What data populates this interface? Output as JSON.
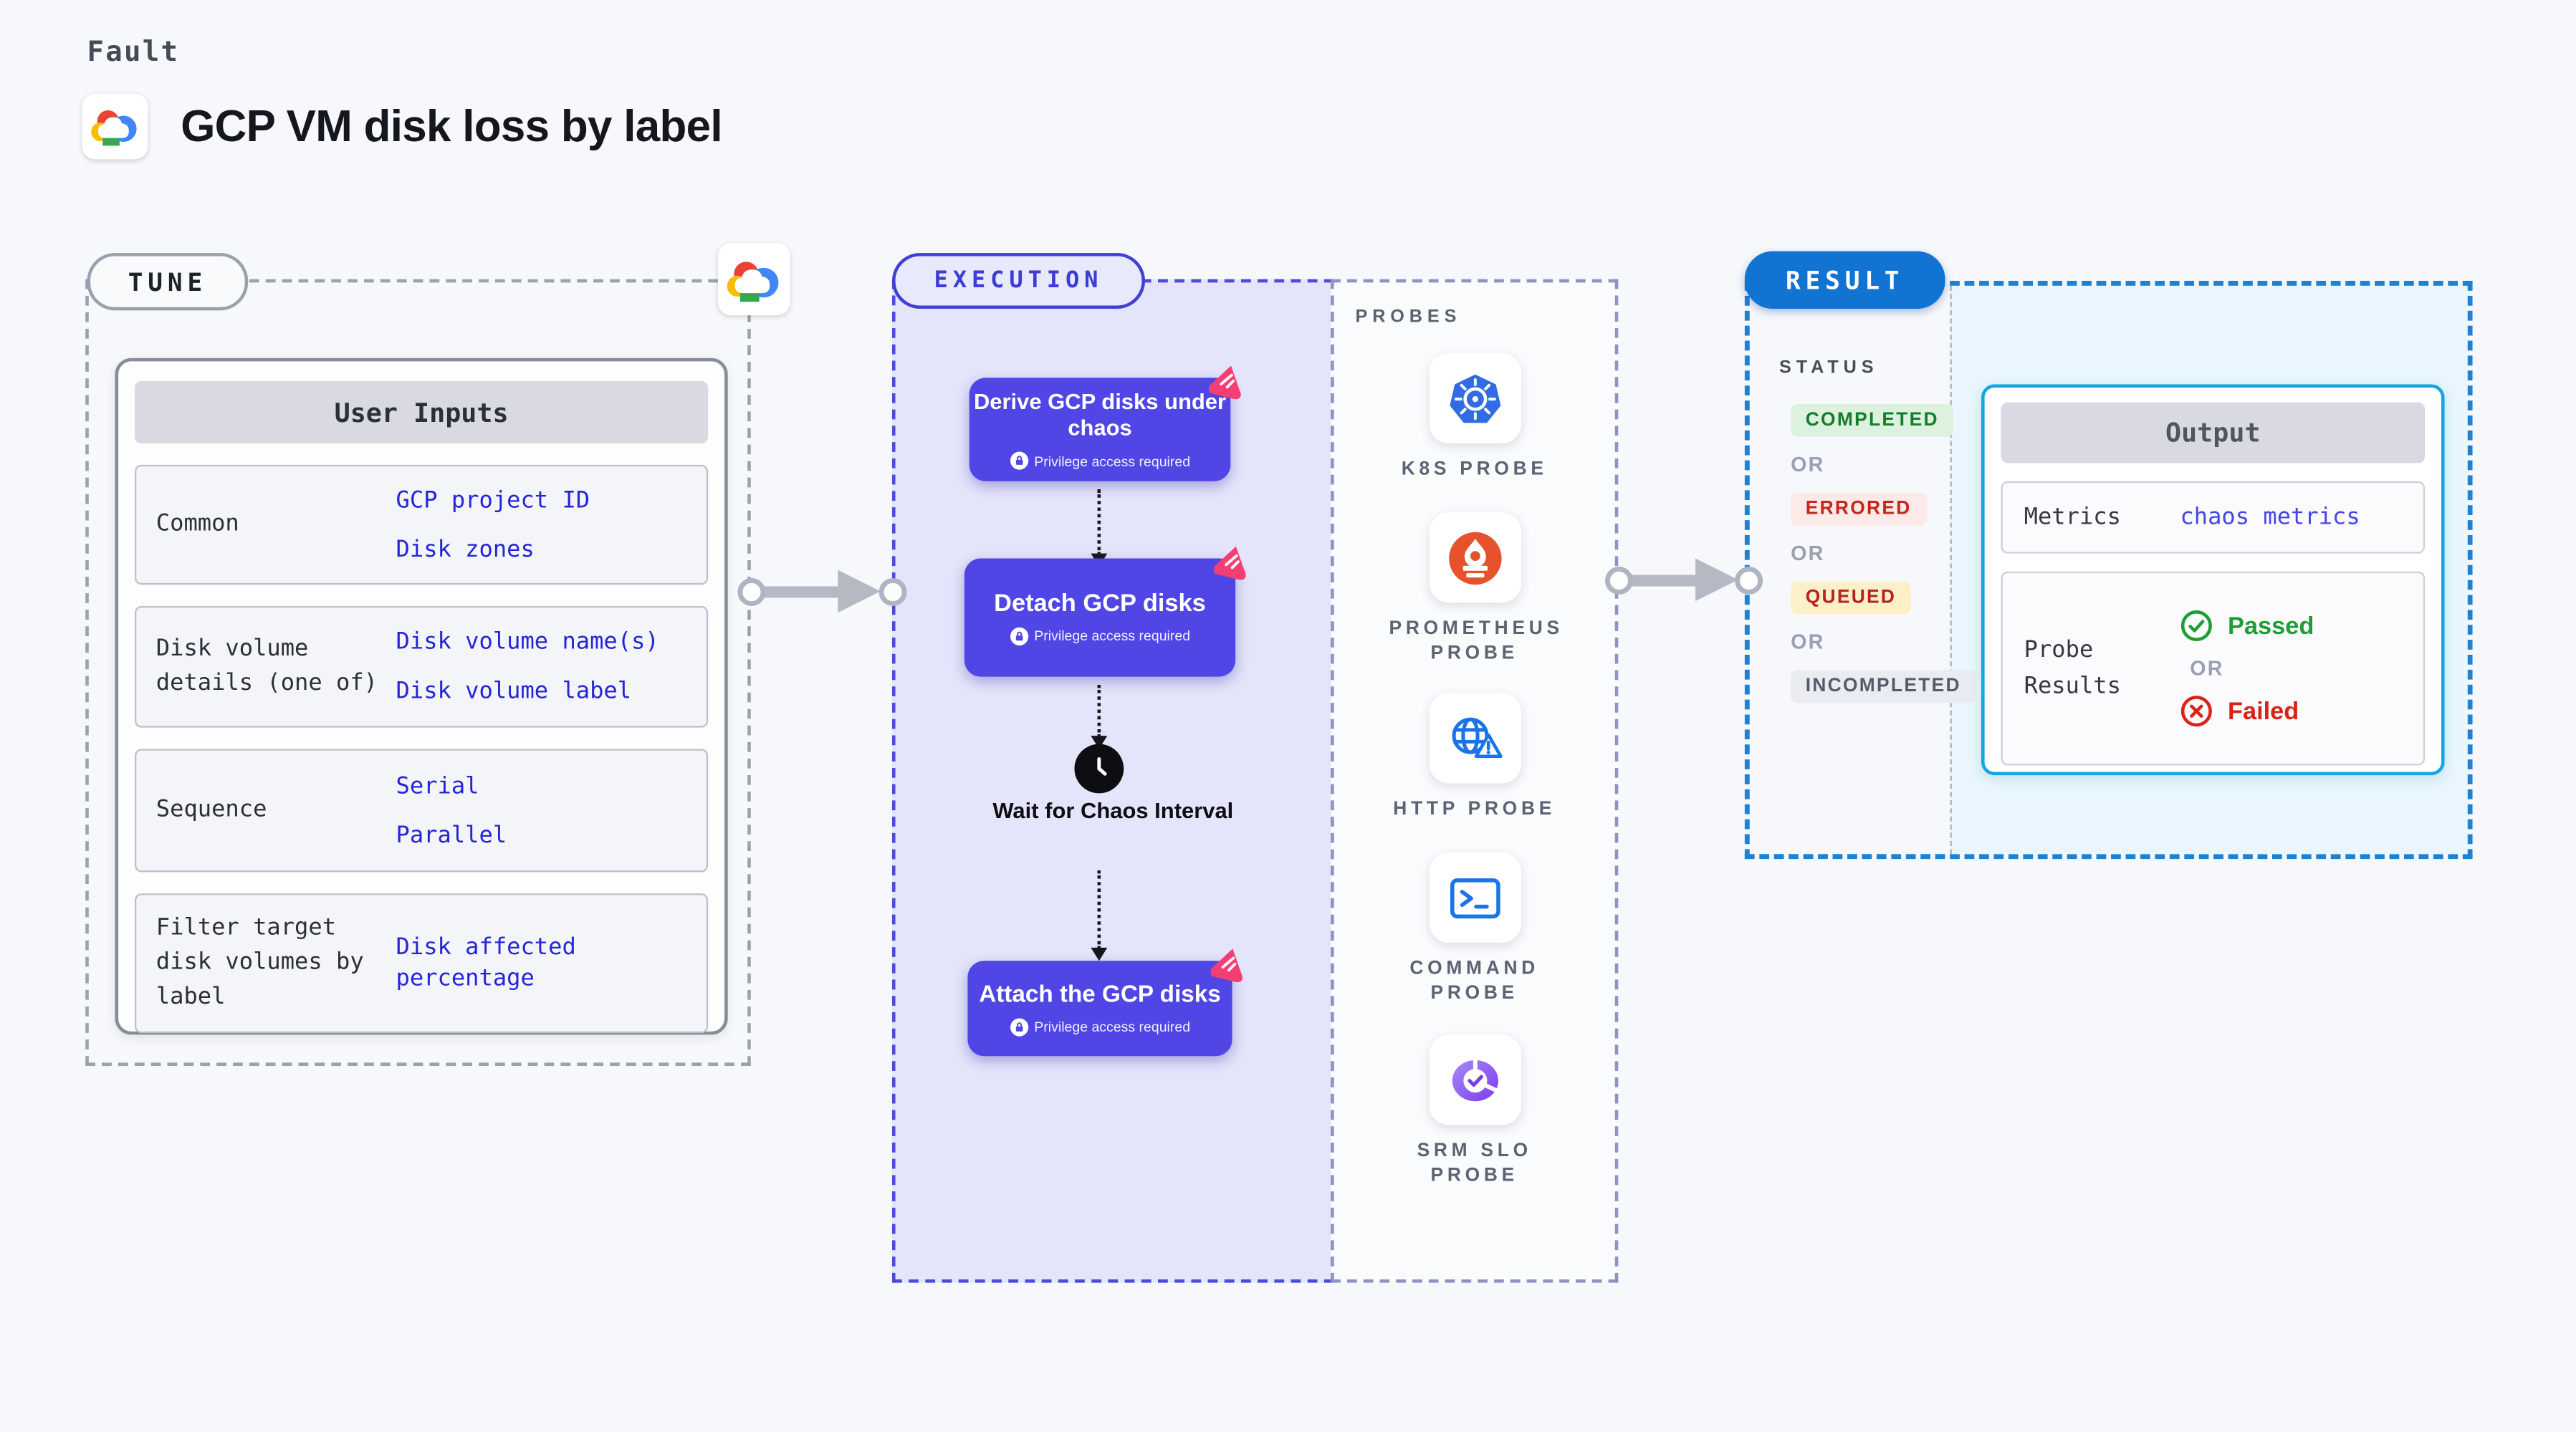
{
  "page": {
    "kicker": "Fault",
    "title": "GCP VM disk loss by label"
  },
  "colors": {
    "page_bg": "#f7f8fb",
    "value_blue": "#2525d8",
    "step_purple": "#4f46e5",
    "chaos_pink": "#f43f75",
    "execution_accent": "#4040d4",
    "result_blue": "#1173d2",
    "output_border_cyan": "#15a7e0",
    "k8s_blue": "#326ce5",
    "prometheus_orange": "#e6522c",
    "probe_icon_blue": "#1a73e8",
    "srm_violet": "#8b5cf6"
  },
  "tune": {
    "badge": "TUNE",
    "table_header": "User Inputs",
    "rows": [
      {
        "label": "Common",
        "values": [
          "GCP project ID",
          "Disk zones"
        ]
      },
      {
        "label": "Disk volume details (one of)",
        "values": [
          "Disk volume name(s)",
          "Disk volume label"
        ]
      },
      {
        "label": "Sequence",
        "values": [
          "Serial",
          "Parallel"
        ]
      },
      {
        "label": "Filter target disk volumes by label",
        "values": [
          "Disk affected percentage"
        ]
      }
    ]
  },
  "execution": {
    "badge": "EXECUTION",
    "steps": [
      {
        "title": "Derive GCP disks under chaos",
        "note": "Privilege access required"
      },
      {
        "title": "Detach GCP disks",
        "note": "Privilege access required"
      },
      {
        "title": "Attach the GCP disks",
        "note": "Privilege access required"
      }
    ],
    "wait_label": "Wait for Chaos Interval"
  },
  "probes": {
    "heading": "PROBES",
    "items": [
      {
        "label": "K8S PROBE",
        "icon": "kubernetes-icon"
      },
      {
        "label": "PROMETHEUS PROBE",
        "icon": "prometheus-icon"
      },
      {
        "label": "HTTP PROBE",
        "icon": "globe-warning-icon"
      },
      {
        "label": "COMMAND PROBE",
        "icon": "terminal-icon"
      },
      {
        "label": "SRM SLO PROBE",
        "icon": "slo-donut-icon"
      }
    ]
  },
  "result": {
    "badge": "RESULT",
    "status_heading": "STATUS",
    "or_label": "OR",
    "statuses": [
      {
        "label": "COMPLETED",
        "fg": "#157d2c",
        "bg": "#dcf2df"
      },
      {
        "label": "ERRORED",
        "fg": "#c3261a",
        "bg": "#fceae8"
      },
      {
        "label": "QUEUED",
        "fg": "#b5231a",
        "bg": "#fbf0c8"
      },
      {
        "label": "INCOMPLETED",
        "fg": "#555b6b",
        "bg": "#ebecf1"
      }
    ],
    "output": {
      "header": "Output",
      "metrics_label": "Metrics",
      "metrics_value": "chaos metrics",
      "probe_results_label": "Probe Results",
      "passed": "Passed",
      "failed": "Failed"
    }
  }
}
